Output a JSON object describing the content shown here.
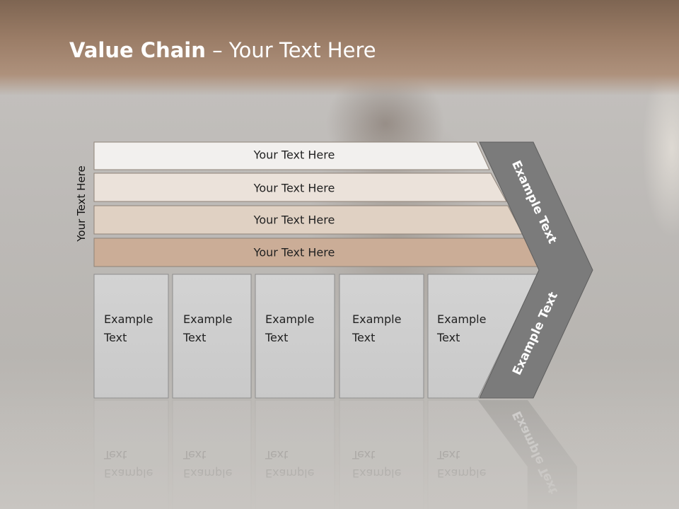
{
  "title": {
    "bold": "Value Chain",
    "rest": " – Your Text Here"
  },
  "side_label": "Your Text Here",
  "bars": [
    {
      "text": "Your Text Here",
      "fill": "#f2f0ee"
    },
    {
      "text": "Your Text Here",
      "fill": "#ebe2da"
    },
    {
      "text": "Your Text Here",
      "fill": "#e0d1c3"
    },
    {
      "text": "Your Text Here",
      "fill": "#cbad97"
    }
  ],
  "columns": [
    {
      "line1": "Example",
      "line2": "Text"
    },
    {
      "line1": "Example",
      "line2": "Text"
    },
    {
      "line1": "Example",
      "line2": "Text"
    },
    {
      "line1": "Example",
      "line2": "Text"
    },
    {
      "line1": "Example",
      "line2": "Text"
    }
  ],
  "chevron": {
    "top_text": "Example Text",
    "bottom_text": "Example Text",
    "fill": "#7b7b7b"
  },
  "column_fill": "#cfcfcf"
}
